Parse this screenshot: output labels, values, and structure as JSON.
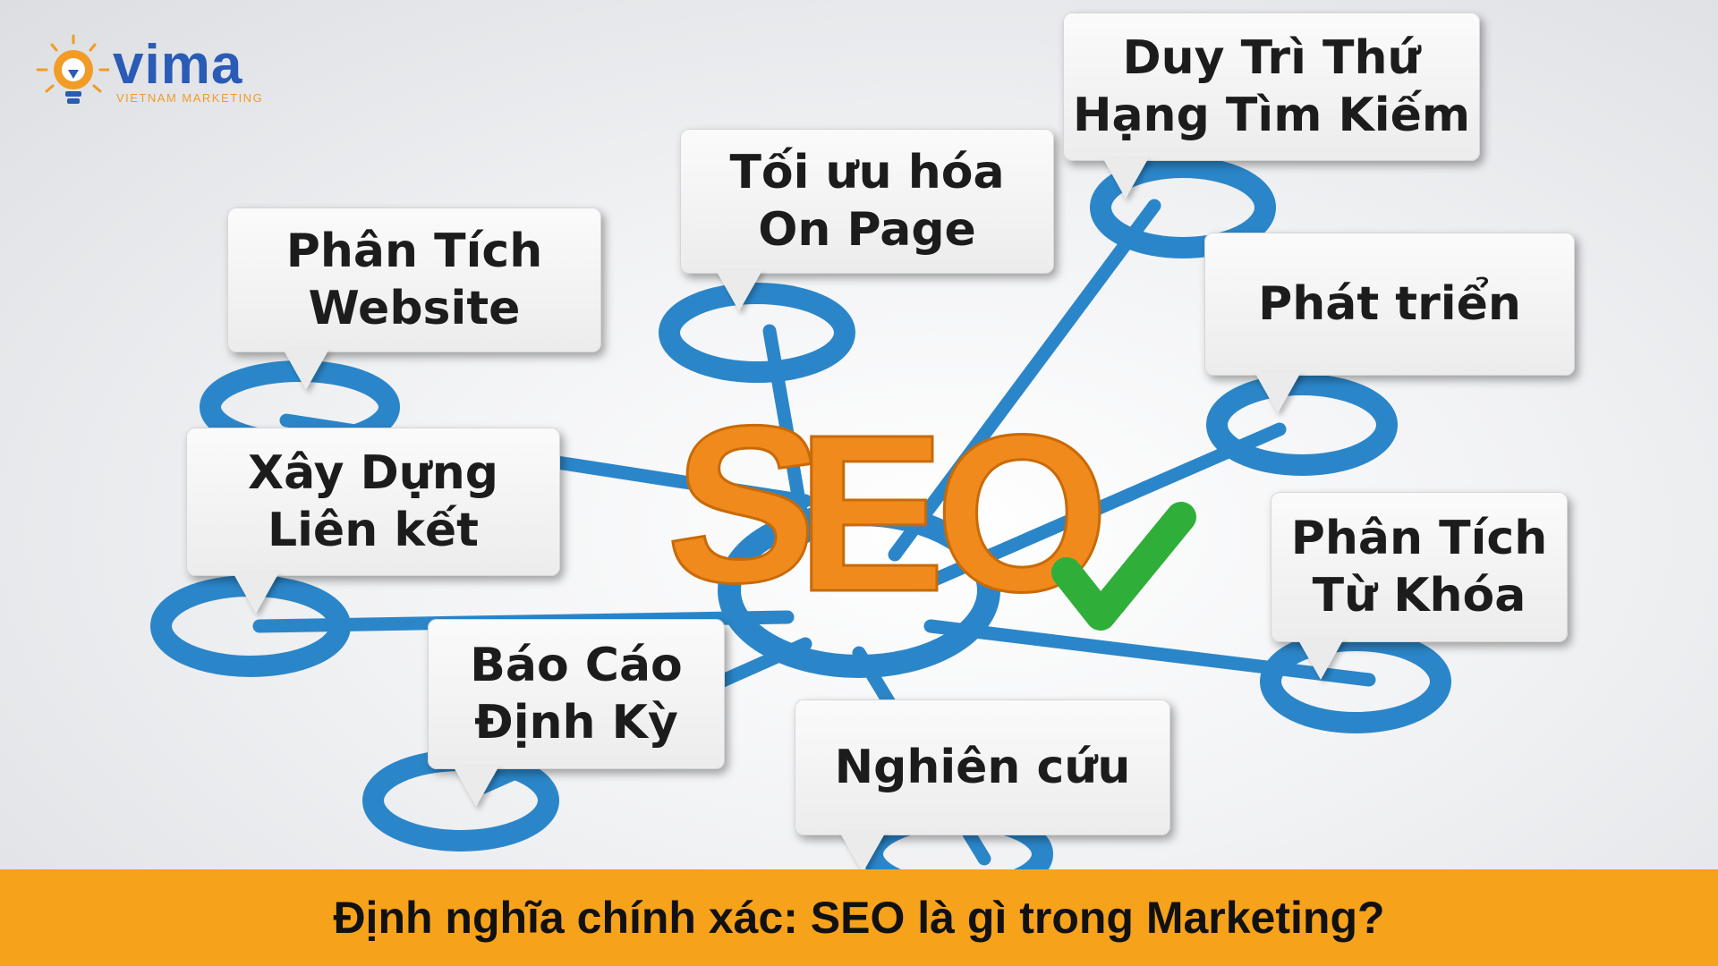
{
  "brand": {
    "name": "vima",
    "tagline": "VIETNAM MARKETING",
    "colors": {
      "primary": "#2a5bb6",
      "accent": "#f29b26"
    }
  },
  "center": {
    "label": "SEO",
    "color": "#f08a1c",
    "check_color": "#2fae3a"
  },
  "nodes": [
    {
      "id": "phan-tich-website",
      "lines": [
        "Phân Tích",
        "Website"
      ]
    },
    {
      "id": "toi-uu-hoa-on-page",
      "lines": [
        "Tối ưu hóa",
        "On Page"
      ]
    },
    {
      "id": "duy-tri-thu-hang",
      "lines": [
        "Duy Trì Thứ",
        "Hạng Tìm Kiếm"
      ]
    },
    {
      "id": "phat-trien",
      "lines": [
        "Phát triển"
      ]
    },
    {
      "id": "phan-tich-tu-khoa",
      "lines": [
        "Phân Tích",
        "Từ Khóa"
      ]
    },
    {
      "id": "nghien-cuu",
      "lines": [
        "Nghiên cứu"
      ]
    },
    {
      "id": "bao-cao-dinh-ky",
      "lines": [
        "Báo Cáo",
        "Định Kỳ"
      ]
    },
    {
      "id": "xay-dung-lien-ket",
      "lines": [
        "Xây Dựng",
        "Liên kết"
      ]
    }
  ],
  "colors": {
    "connector": "#2b86c9",
    "footer_bg": "#f7a21b"
  },
  "footer": {
    "title": "Định nghĩa chính xác: SEO là gì trong Marketing?"
  }
}
